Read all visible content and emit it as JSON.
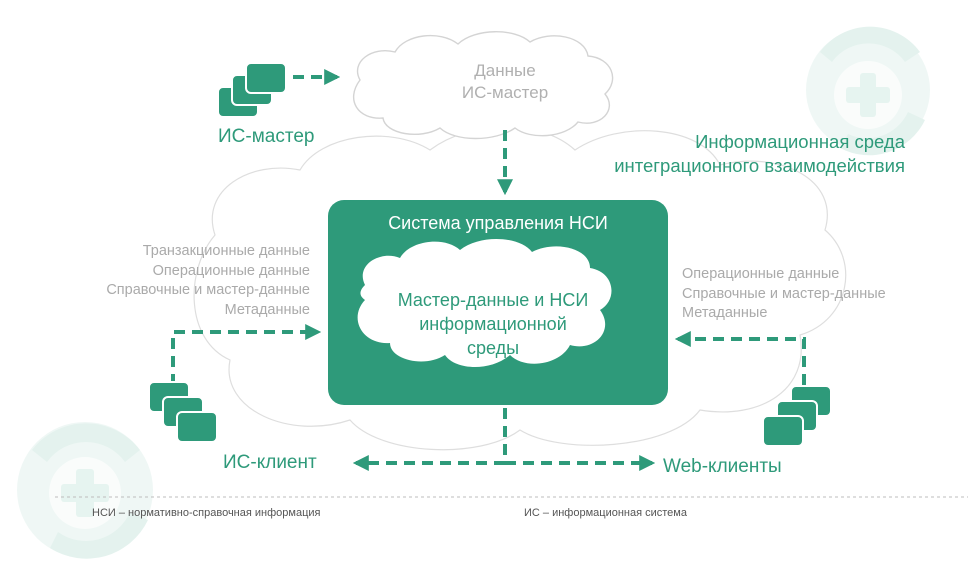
{
  "diagram": {
    "master_data_cloud": "Данные\nИС-мастер",
    "is_master_label": "ИС-мастер",
    "env_label": "Информационная среда\nинтеграционного взаимодействия",
    "nsi_system_title": "Система управления НСИ",
    "inner_cloud": "Мастер-данные и НСИ\nинформационной\nсреды",
    "left_data_types": "Транзакционные данные\nОперационные данные\nСправочные и мастер-данные\nМетаданные",
    "right_data_types": "Операционные данные\nСправочные и мастер-данные\nМетаданные",
    "is_client_label": "ИС-клиент",
    "web_clients_label": "Web-клиенты"
  },
  "footer": {
    "nsi_def": "НСИ – нормативно-справочная информация",
    "is_def": "ИС – информационная система"
  },
  "colors": {
    "primary": "#2e9a7a",
    "dark_green": "#1f8a69",
    "cloud_outline": "#d4d4d4",
    "logo_tint": "#d9eee8"
  },
  "icons": [
    "logo-watermark-icon",
    "server-stack-icon",
    "arrow-icon"
  ]
}
